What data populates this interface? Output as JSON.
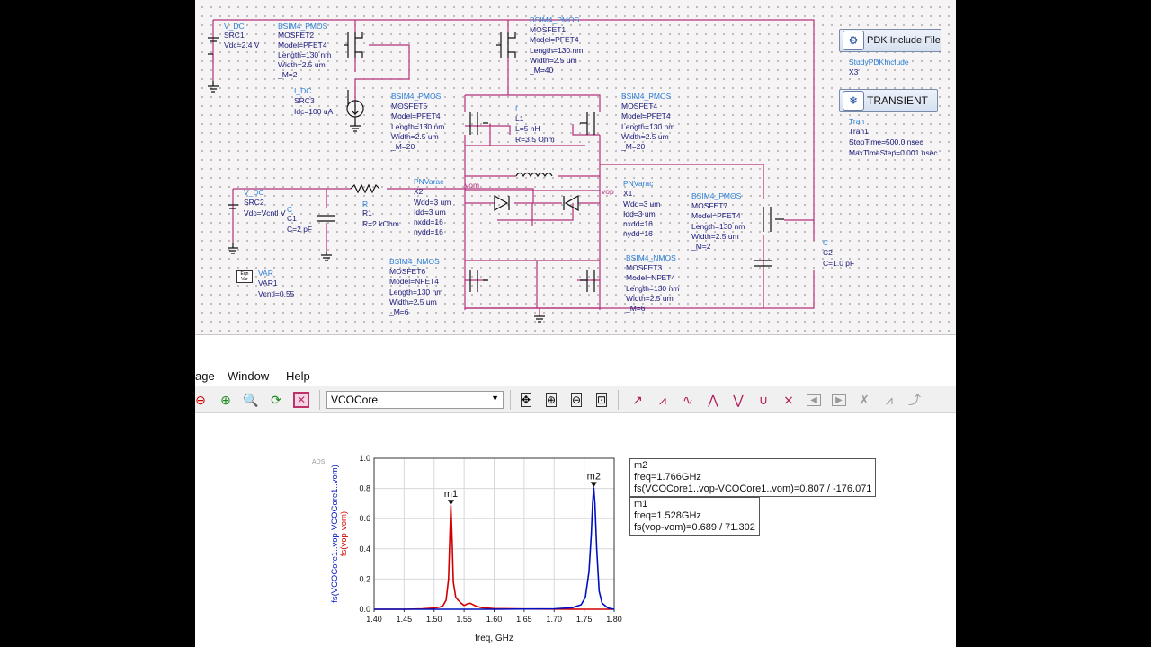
{
  "schematic": {
    "components": {
      "vdc1": {
        "type": "V_DC",
        "name": "SRC1",
        "param": "Vdc=2.4 V"
      },
      "pmos2": {
        "type": "BSIM4_PMOS",
        "name": "MOSFET2",
        "model": "Model=PFET4",
        "length": "Length=130 nm",
        "width": "Width=2.5 um",
        "m": "_M=2"
      },
      "pmos1": {
        "type": "BSIM4_PMOS",
        "name": "MOSFET1",
        "model": "Model=PFET4",
        "length": "Length=130 nm",
        "width": "Width=2.5 um",
        "m": "_M=40"
      },
      "idc": {
        "type": "I_DC",
        "name": "SRC3",
        "param": "Idc=100 uA"
      },
      "pmos5": {
        "type": "BSIM4_PMOS",
        "name": "MOSFET5",
        "model": "Model=PFET4",
        "length": "Length=130 nm",
        "width": "Width=2.5 um",
        "m": "_M=20"
      },
      "ind": {
        "type": "L",
        "name": "L1",
        "l": "L=5 nH",
        "r": "R=3.5 Ohm"
      },
      "pmos4": {
        "type": "BSIM4_PMOS",
        "name": "MOSFET4",
        "model": "Model=PFET4",
        "length": "Length=130 nm",
        "width": "Width=2.5 um",
        "m": "_M=20"
      },
      "pdk": {
        "label": "PDK Include File",
        "name": "StudyPDKInclude",
        "id": "X3"
      },
      "tran": {
        "label": "TRANSIENT",
        "type": "Tran",
        "name": "Tran1",
        "stop": "StopTime=500.0 nsec",
        "step": "MaxTimeStep=0.001 nsec"
      },
      "vdc2": {
        "type": "V_DC",
        "name": "SRC2",
        "param": "Vdc=Vcntl V"
      },
      "cap1": {
        "type": "C",
        "name": "C1",
        "param": "C=2 pF"
      },
      "res": {
        "type": "R",
        "name": "R1",
        "param": "R=2 kOhm"
      },
      "varac2": {
        "type": "PNVarac",
        "name": "X2",
        "p1": "Wdd=3 um",
        "p2": "Idd=3 um",
        "p3": "nxdd=16",
        "p4": "nydd=16"
      },
      "varac1": {
        "type": "PNVarac",
        "name": "X1",
        "p1": "Wdd=3 um",
        "p2": "Idd=3 um",
        "p3": "nxdd=16",
        "p4": "nydd=16"
      },
      "pmos7": {
        "type": "BSIM4_PMOS",
        "name": "MOSFET7",
        "model": "Model=PFET4",
        "length": "Length=130 nm",
        "width": "Width=2.5 um",
        "m": "_M=2"
      },
      "cap2": {
        "type": "C",
        "name": "C2",
        "param": "C=1.0 pF"
      },
      "var": {
        "type": "VAR",
        "name": "VAR1",
        "param": "Vcntl=0.55",
        "icon": "Eqn Var"
      },
      "nmos6": {
        "type": "BSIM4_NMOS",
        "name": "MOSFET6",
        "model": "Model=NFET4",
        "length": "Length=130 nm",
        "width": "Width=2.5 um",
        "m": "_M=6"
      },
      "nmos3": {
        "type": "BSIM4_NMOS",
        "name": "MOSFET3",
        "model": "Model=NFET4",
        "length": "Length=130 nm",
        "width": "Width=2.5 um",
        "m": "_M=6"
      }
    },
    "nets": {
      "vom": "vom",
      "vop": "vop"
    }
  },
  "menubar": {
    "items": [
      "age",
      "Window",
      "Help"
    ]
  },
  "toolbar": {
    "design_select": "VCOCore"
  },
  "plot": {
    "markers": {
      "m2": {
        "name": "m2",
        "freq": "freq=1.766GHz",
        "expr": "fs(VCOCore1..vop-VCOCore1..vom)=0.807 / -176.071"
      },
      "m1": {
        "name": "m1",
        "freq": "freq=1.528GHz",
        "expr": "fs(vop-vom)=0.689 / 71.302"
      }
    },
    "corner_tag": "ADS"
  },
  "chart_data": {
    "type": "line",
    "xlabel": "freq, GHz",
    "ylabel_series": [
      "fs(VCOCore1..vop-VCOCore1..vom)",
      "fs(vop-vom)"
    ],
    "xlim": [
      1.4,
      1.8
    ],
    "ylim": [
      0.0,
      1.0
    ],
    "xticks": [
      "1.40",
      "1.45",
      "1.50",
      "1.55",
      "1.60",
      "1.65",
      "1.70",
      "1.75",
      "1.80"
    ],
    "yticks": [
      "0.0",
      "0.2",
      "0.4",
      "0.6",
      "0.8",
      "1.0"
    ],
    "grid": true,
    "series": [
      {
        "name": "fs(vop-vom)",
        "color": "#d00000",
        "x": [
          1.4,
          1.45,
          1.48,
          1.5,
          1.51,
          1.515,
          1.52,
          1.524,
          1.526,
          1.528,
          1.53,
          1.532,
          1.536,
          1.54,
          1.545,
          1.55,
          1.555,
          1.56,
          1.57,
          1.58,
          1.6,
          1.65,
          1.7,
          1.75,
          1.8
        ],
        "y": [
          0.0,
          0.0,
          0.003,
          0.008,
          0.015,
          0.025,
          0.06,
          0.2,
          0.45,
          0.689,
          0.45,
          0.18,
          0.08,
          0.06,
          0.04,
          0.025,
          0.035,
          0.04,
          0.02,
          0.01,
          0.004,
          0.002,
          0.001,
          0.0,
          0.0
        ]
      },
      {
        "name": "fs(VCOCore1..vop-VCOCore1..vom)",
        "color": "#0010c0",
        "x": [
          1.4,
          1.5,
          1.6,
          1.7,
          1.73,
          1.745,
          1.752,
          1.758,
          1.762,
          1.764,
          1.766,
          1.768,
          1.771,
          1.775,
          1.78,
          1.79,
          1.8
        ],
        "y": [
          0.0,
          0.0,
          0.0,
          0.003,
          0.01,
          0.03,
          0.08,
          0.25,
          0.5,
          0.7,
          0.807,
          0.7,
          0.4,
          0.12,
          0.04,
          0.008,
          0.0
        ]
      }
    ],
    "markers": [
      {
        "name": "m1",
        "x": 1.528,
        "y": 0.689
      },
      {
        "name": "m2",
        "x": 1.766,
        "y": 0.807
      }
    ]
  }
}
